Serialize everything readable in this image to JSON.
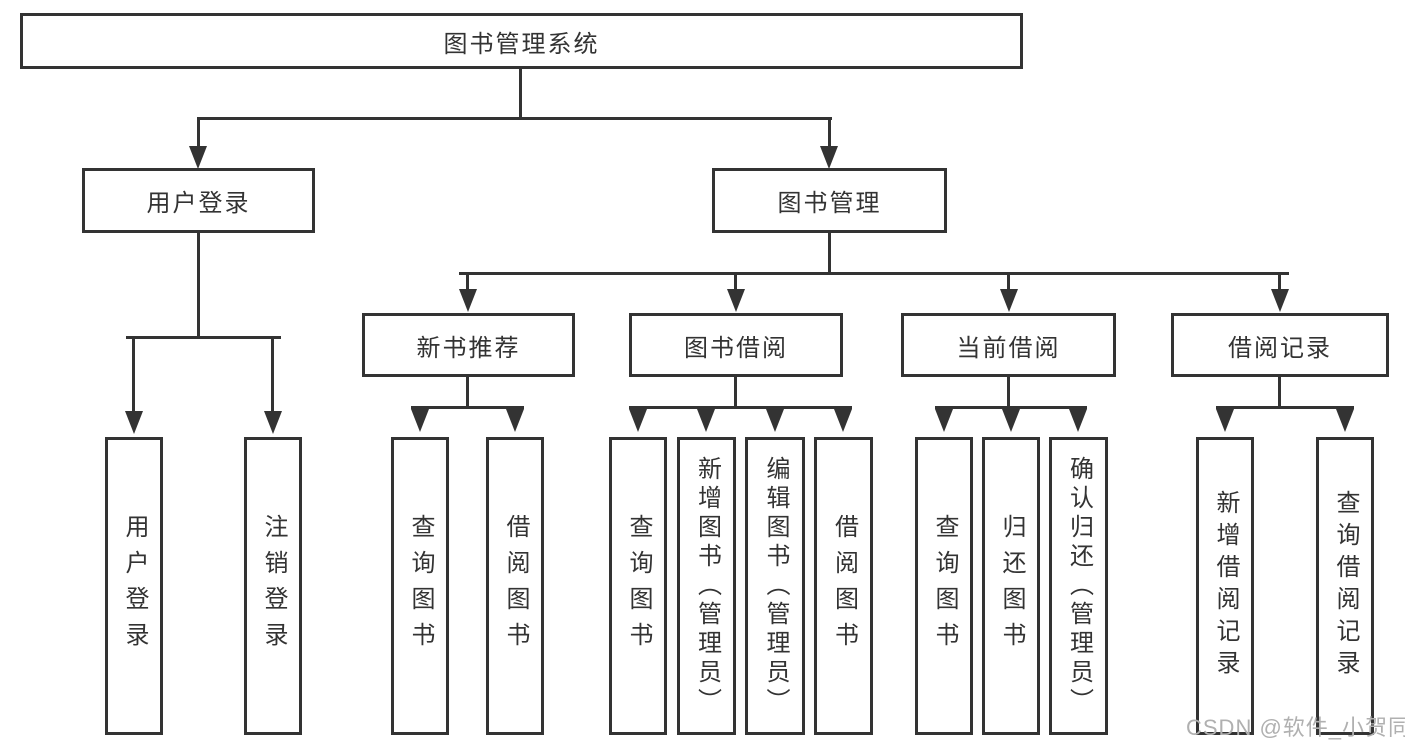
{
  "tree": {
    "root": "图书管理系统",
    "branches": [
      {
        "label": "用户登录",
        "children": [
          "用户登录",
          "注销登录"
        ]
      },
      {
        "label": "图书管理",
        "children": [
          {
            "label": "新书推荐",
            "children": [
              "查询图书",
              "借阅图书"
            ]
          },
          {
            "label": "图书借阅",
            "children": [
              "查询图书",
              "新增图书（管理员）",
              "编辑图书（管理员）",
              "借阅图书"
            ]
          },
          {
            "label": "当前借阅",
            "children": [
              "查询图书",
              "归还图书",
              "确认归还（管理员）"
            ]
          },
          {
            "label": "借阅记录",
            "children": [
              "新增借阅记录",
              "查询借阅记录"
            ]
          }
        ]
      }
    ]
  },
  "watermark": "CSDN @软件_小贺同学",
  "colors": {
    "line": "#333333",
    "text": "#333333",
    "background": "#ffffff",
    "watermark": "#b0b0b0"
  }
}
